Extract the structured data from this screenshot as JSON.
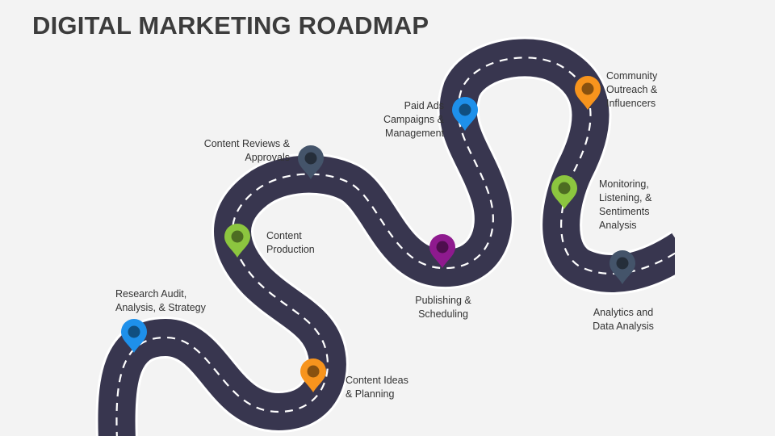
{
  "title": "DIGITAL MARKETING ROADMAP",
  "colors": {
    "background": "#f3f3f3",
    "road": "#38364f",
    "road_edge": "#ffffff",
    "dash": "#ffffff",
    "title": "#3c3c3c"
  },
  "milestones": [
    {
      "label": "Research Audit,\nAnalysis, & Strategy",
      "color": "#1e90ea",
      "icon": "map-pin-icon"
    },
    {
      "label": "Content Ideas\n& Planning",
      "color": "#f7941d",
      "icon": "map-pin-icon"
    },
    {
      "label": "Content\nProduction",
      "color": "#8cc63f",
      "icon": "map-pin-icon"
    },
    {
      "label": "Content Reviews &\nApprovals",
      "color": "#44546a",
      "icon": "map-pin-icon"
    },
    {
      "label": "Publishing &\nScheduling",
      "color": "#8e1a8e",
      "icon": "map-pin-icon"
    },
    {
      "label": "Paid Ads\nCampaigns &\nManagement",
      "color": "#1e90ea",
      "icon": "map-pin-icon"
    },
    {
      "label": "Community\nOutreach &\nInfluencers",
      "color": "#f7941d",
      "icon": "map-pin-icon"
    },
    {
      "label": "Monitoring,\nListening, &\nSentiments\nAnalysis",
      "color": "#8cc63f",
      "icon": "map-pin-icon"
    },
    {
      "label": "Analytics and\nData Analysis",
      "color": "#44546a",
      "icon": "map-pin-icon"
    }
  ]
}
